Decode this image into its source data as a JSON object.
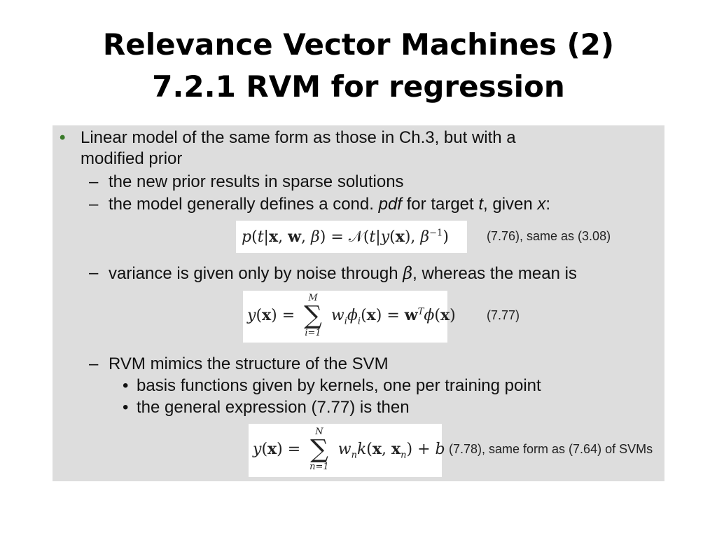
{
  "slide": {
    "title_line1": "Relevance Vector Machines (2)",
    "title_line2": "7.2.1 RVM for regression"
  },
  "content": {
    "bullet1_line1": "Linear model of the same form as those in Ch.3, but with a",
    "bullet1_line2": "modified prior",
    "sub1": "the new prior results in sparse solutions",
    "sub2_a": "the model generally defines a cond. ",
    "sub2_pdf": "pdf",
    "sub2_b": " for target ",
    "sub2_t": "t",
    "sub2_c": ", given ",
    "sub2_x": "x",
    "sub2_d": ":",
    "eq76_label": "(7.76), same as (3.08)",
    "sub3_a": "variance is given only by noise through ",
    "sub3_beta": "β",
    "sub3_b": ", whereas the mean is",
    "eq77_label": "(7.77)",
    "sub4": "RVM mimics the structure of the SVM",
    "subsub1": "basis functions given by kernels, one per training point",
    "subsub2": "the general expression (7.77) is then",
    "eq78_label": "(7.78), same form as (7.64) of SVMs"
  },
  "symbols": {
    "bullet": "•",
    "dash": "–",
    "small_bullet": "•"
  },
  "colors": {
    "panel_bg": "#dddddd",
    "bullet_green": "#3a7a2a"
  }
}
